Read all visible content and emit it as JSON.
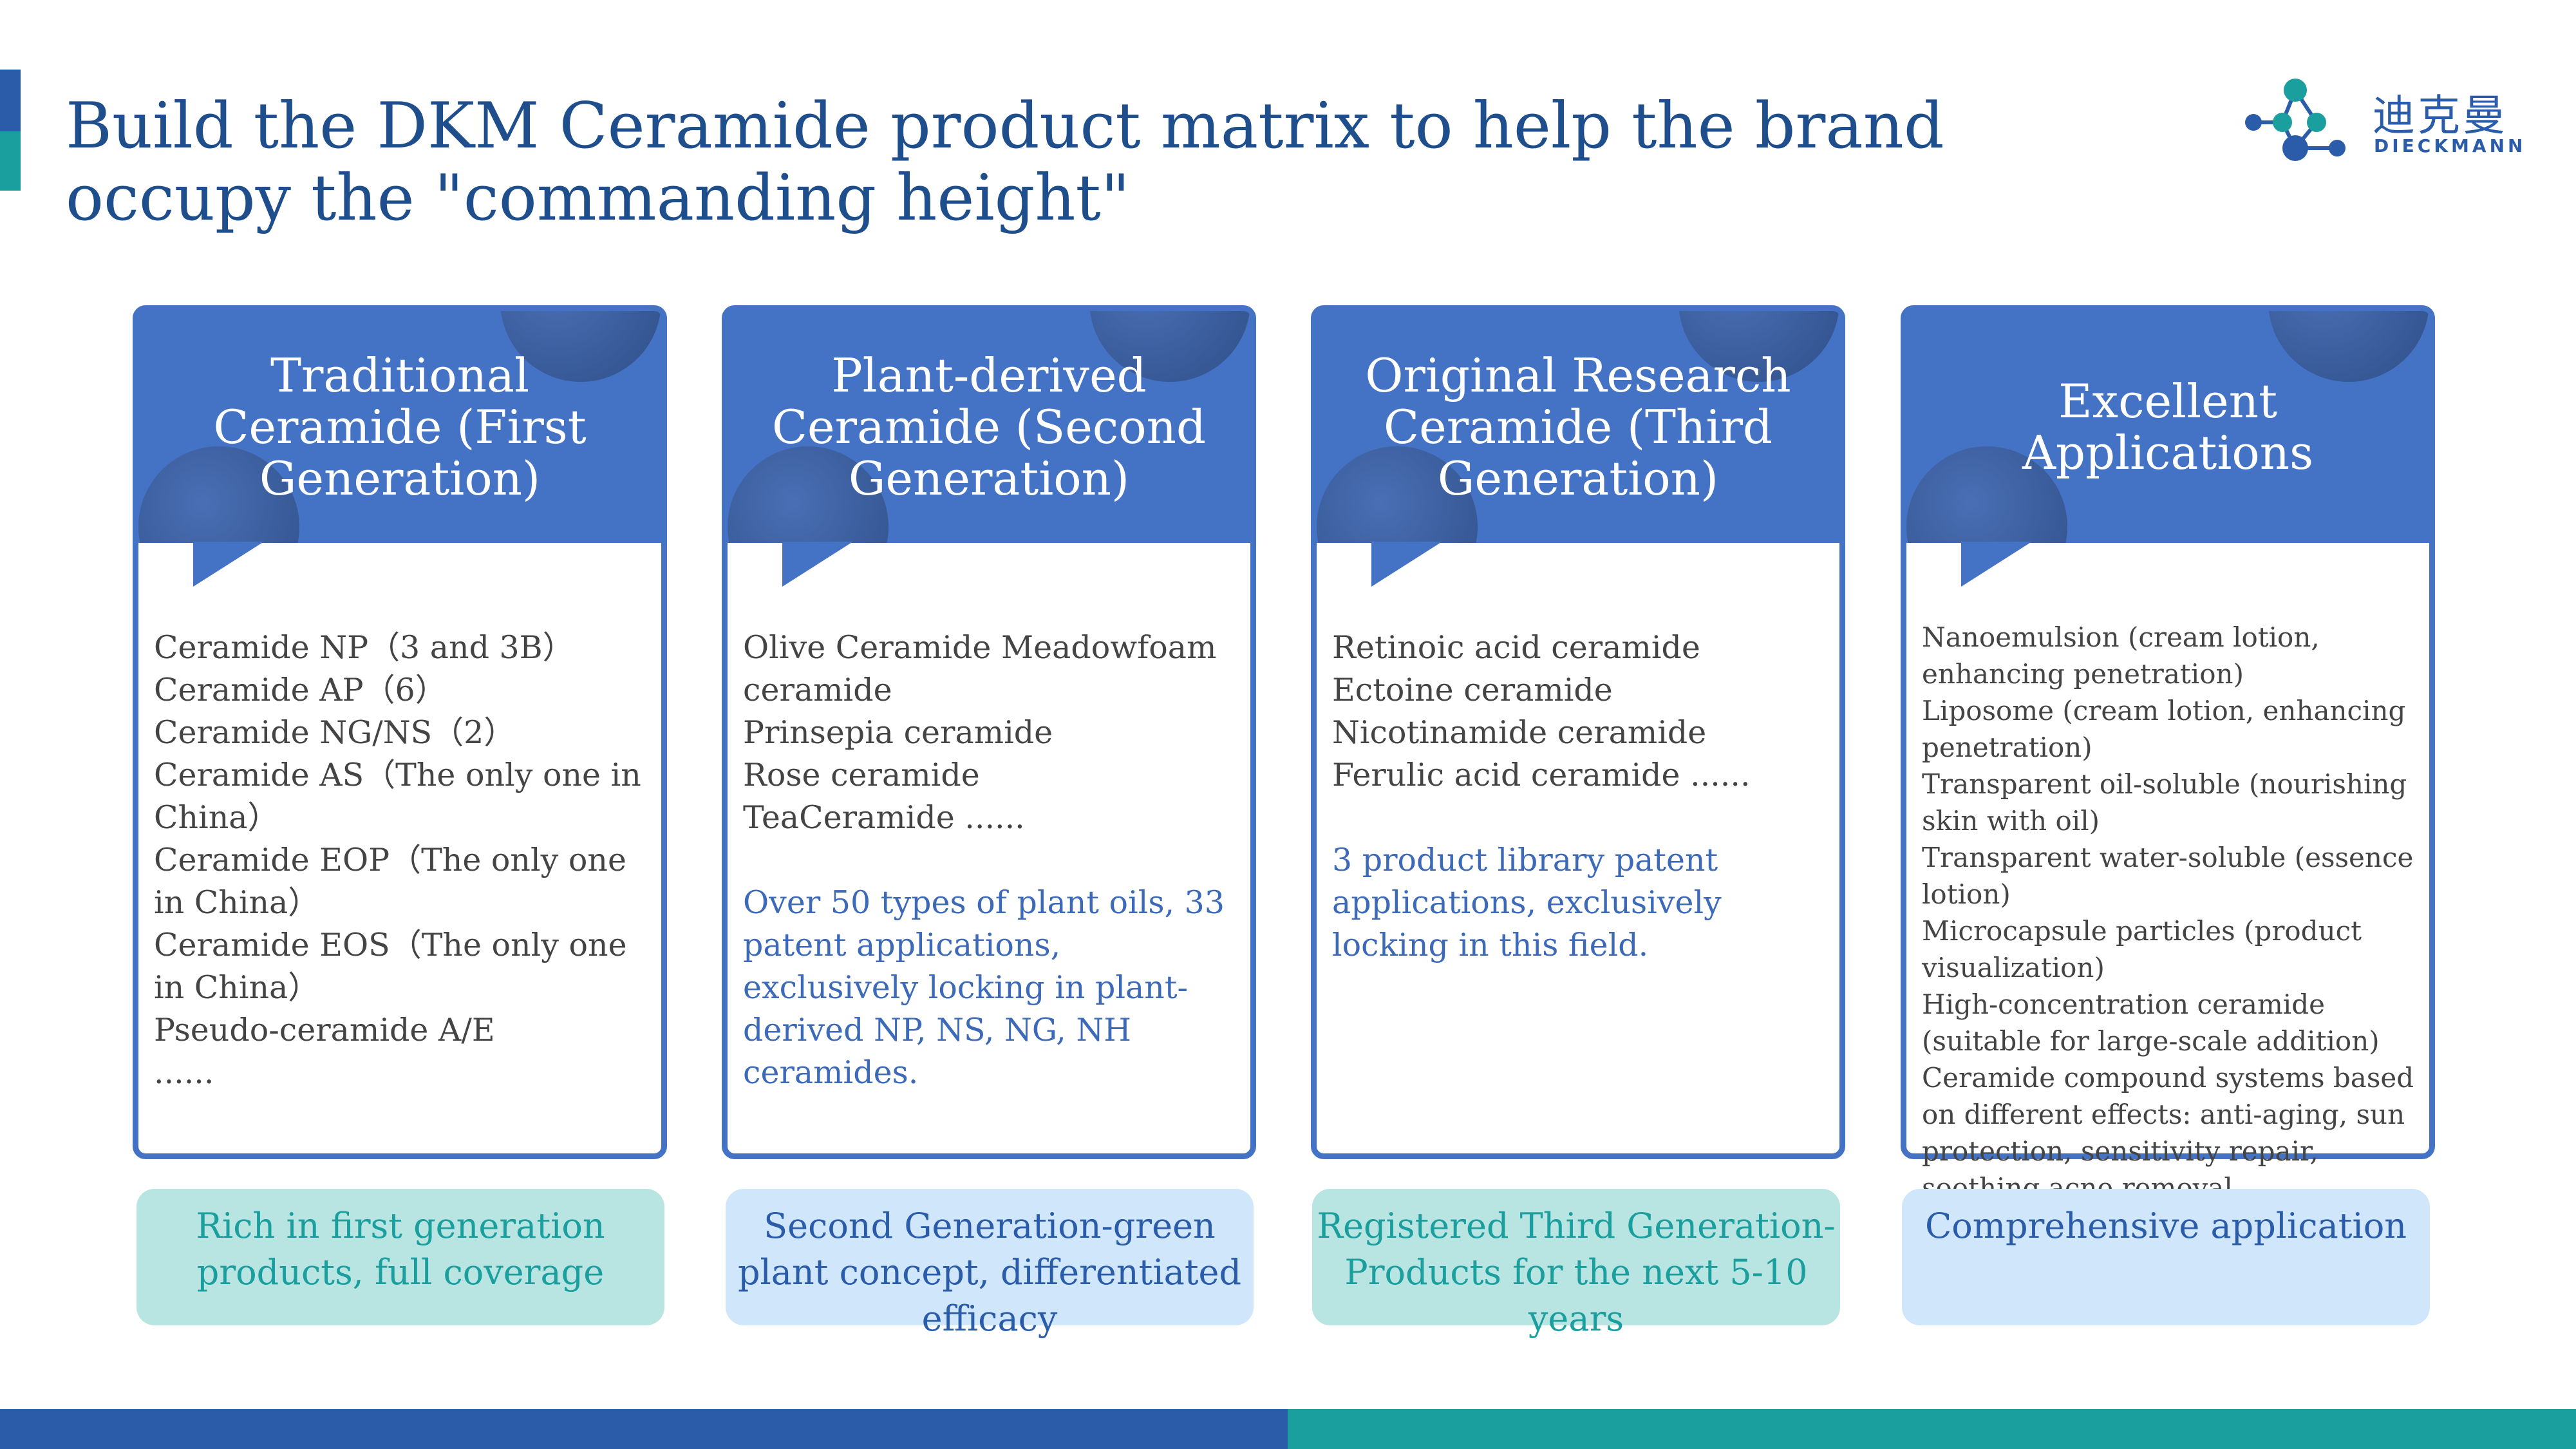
{
  "title": "Build the DKM Ceramide product matrix to help the brand occupy the \"commanding height\"",
  "logo": {
    "cn": "迪克曼",
    "en": "DIECKMANN"
  },
  "colors": {
    "primary": "#2a5caa",
    "teal": "#1a9e9e",
    "card_blue": "#4472c4"
  },
  "cards": [
    {
      "title": "Traditional Ceramide (First Generation)",
      "lines": [
        "Ceramide NP（3 and 3B）",
        "Ceramide AP（6）",
        "Ceramide NG/NS（2）",
        "Ceramide AS（The only one in China）",
        "Ceramide EOP（The only one in China）",
        "Ceramide EOS（The only one in China）",
        "Pseudo-ceramide A/E",
        "......"
      ],
      "highlight": "",
      "tag": "Rich in first generation products, full coverage"
    },
    {
      "title": "Plant-derived Ceramide (Second Generation)",
      "lines": [
        "Olive Ceramide Meadowfoam ceramide",
        "Prinsepia ceramide",
        "Rose ceramide",
        "TeaCeramide ......"
      ],
      "highlight": "Over 50 types of plant oils, 33 patent applications, exclusively locking in plant-derived NP, NS, NG, NH ceramides.",
      "tag": "Second Generation-green plant concept, differentiated efficacy"
    },
    {
      "title": "Original Research Ceramide (Third Generation)",
      "lines": [
        "Retinoic acid ceramide Ectoine ceramide",
        "Nicotinamide ceramide",
        "Ferulic acid ceramide ......"
      ],
      "highlight": "3 product library patent applications, exclusively locking in this field.",
      "tag": "Registered Third Generation-Products for the next 5-10 years"
    },
    {
      "title": "Excellent Applications",
      "lines": [
        "Nanoemulsion (cream lotion, enhancing penetration)",
        "Liposome (cream lotion, enhancing penetration)",
        "Transparent oil-soluble (nourishing skin with oil)",
        "Transparent water-soluble (essence lotion)",
        "Microcapsule particles (product visualization)",
        "High-concentration ceramide (suitable for large-scale addition)",
        "Ceramide compound systems based on different effects: anti-aging, sun protection, sensitivity repair, soothing acne removal."
      ],
      "highlight": "",
      "tag": "Comprehensive application"
    }
  ]
}
